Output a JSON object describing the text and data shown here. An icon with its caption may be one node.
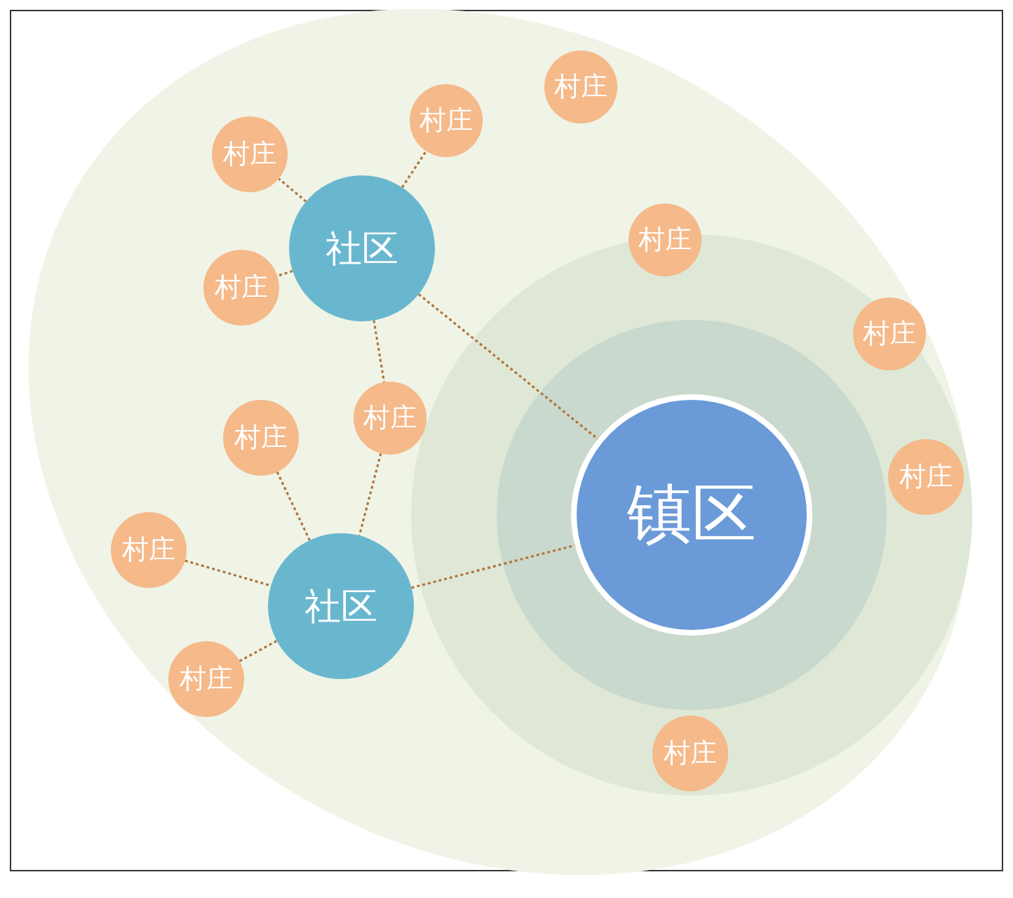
{
  "diagram": {
    "nodes": [
      {
        "text": [
          "村庄"
        ]
      },
      {
        "text": [
          "村庄"
        ]
      },
      {
        "text": [
          "村庄"
        ]
      },
      {
        "text": [
          "社区"
        ]
      },
      {
        "text": [
          "村庄"
        ]
      },
      {
        "text": [
          "村庄"
        ]
      },
      {
        "text": [
          "村庄"
        ]
      },
      {
        "text": [
          "村庄"
        ]
      },
      {
        "text": [
          "村庄"
        ]
      },
      {
        "text": [
          "镇区"
        ]
      },
      {
        "text": [
          "村庄"
        ]
      },
      {
        "text": [
          "村庄"
        ]
      },
      {
        "text": [
          "社区"
        ]
      },
      {
        "text": [
          "村庄"
        ]
      },
      {
        "text": [
          "村庄"
        ]
      }
    ],
    "edges": [
      {
        "from": 3,
        "to": 1,
        "arrow": "none",
        "style": "dashed"
      },
      {
        "from": 3,
        "to": 2,
        "arrow": "none",
        "style": "dashed"
      },
      {
        "from": 3,
        "to": 5,
        "arrow": "none",
        "style": "dashed"
      },
      {
        "from": 3,
        "to": 7,
        "arrow": "none",
        "style": "dashed"
      },
      {
        "from": 3,
        "to": 9,
        "arrow": "none",
        "style": "dashed"
      },
      {
        "from": 7,
        "to": 12,
        "arrow": "none",
        "style": "dashed"
      },
      {
        "from": 8,
        "to": 12,
        "arrow": "none",
        "style": "dashed"
      },
      {
        "from": 11,
        "to": 12,
        "arrow": "none",
        "style": "dashed"
      },
      {
        "from": 13,
        "to": 12,
        "arrow": "none",
        "style": "dashed"
      },
      {
        "from": 12,
        "to": 9,
        "arrow": "none",
        "style": "dashed"
      }
    ]
  }
}
